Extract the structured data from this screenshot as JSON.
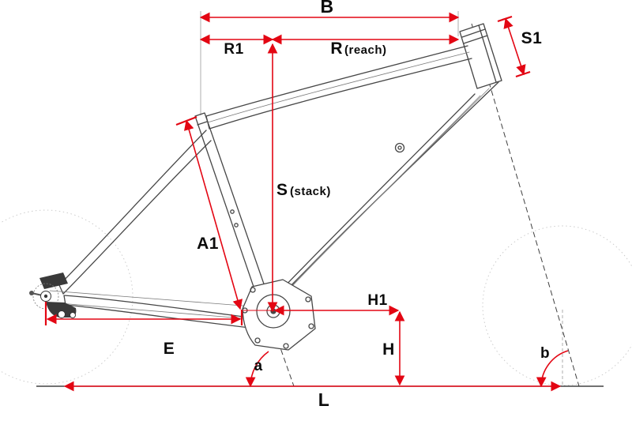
{
  "colors": {
    "dimension": "#e30613",
    "frame": "#474747",
    "label": "#0c0c0c"
  },
  "labels": {
    "B": "B",
    "R1": "R1",
    "R": "R",
    "R_sub": "(reach)",
    "S1": "S1",
    "S": "S",
    "S_sub": "(stack)",
    "A1": "A1",
    "H1": "H1",
    "H": "H",
    "E": "E",
    "L": "L",
    "a": "a",
    "b": "b"
  }
}
